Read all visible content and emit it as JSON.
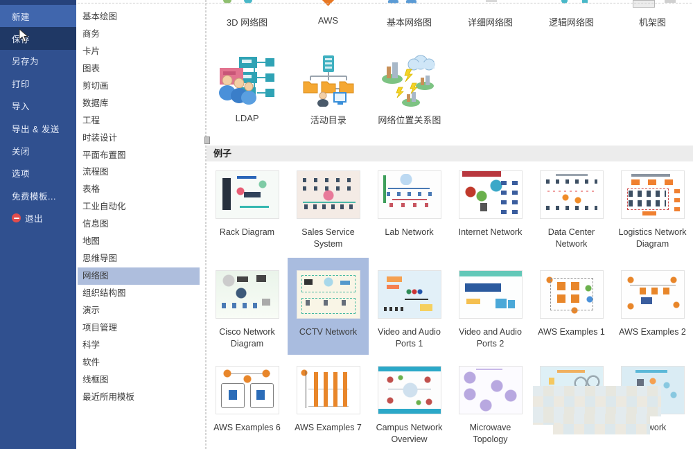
{
  "sidebar": {
    "items": [
      {
        "label": "新建",
        "state": "selected"
      },
      {
        "label": "保存",
        "state": "hover"
      },
      {
        "label": "另存为"
      },
      {
        "label": "打印"
      },
      {
        "label": "导入"
      },
      {
        "label": "导出 & 发送"
      },
      {
        "label": "关闭"
      },
      {
        "label": "选项"
      },
      {
        "label": "免费模板..."
      },
      {
        "label": "退出",
        "icon": "exit-icon"
      }
    ]
  },
  "categories": {
    "items": [
      "基本绘图",
      "商务",
      "卡片",
      "图表",
      "剪切画",
      "数据库",
      "工程",
      "时装设计",
      "平面布置图",
      "流程图",
      "表格",
      "工业自动化",
      "信息图",
      "地图",
      "思维导图",
      "网络图",
      "组织结构图",
      "演示",
      "项目管理",
      "科学",
      "软件",
      "线框图",
      "最近所用模板"
    ],
    "selected": "网络图"
  },
  "templates": {
    "top_row": [
      "3D 网络图",
      "AWS",
      "基本网络图",
      "详细网络图",
      "逻辑网络图",
      "机架图"
    ],
    "icon_row": [
      "LDAP",
      "活动目录",
      "网络位置关系图"
    ],
    "examples_header": "例子",
    "examples": [
      "Rack Diagram",
      "Sales Service System",
      "Lab Network",
      "Internet Network",
      "Data Center Network",
      "Logistics Network Diagram",
      "Cisco Network Diagram",
      "CCTV Network",
      "Video and Audio Ports 1",
      "Video and Audio Ports 2",
      "AWS Examples 1",
      "AWS Examples 2",
      "AWS Examples 6",
      "AWS Examples 7",
      "Campus Network Overview",
      "Microwave Topology",
      "",
      "letwork"
    ],
    "selected_example": "CCTV Network"
  },
  "colors": {
    "sidebar_bg": "#30508f",
    "sidebar_selected": "#4066ad",
    "sidebar_hover": "#1f3865",
    "category_selected": "#aebedd",
    "example_selected": "#a9bcdf",
    "examples_bar_bg": "#ececec",
    "exit_red": "#e24c4c"
  }
}
